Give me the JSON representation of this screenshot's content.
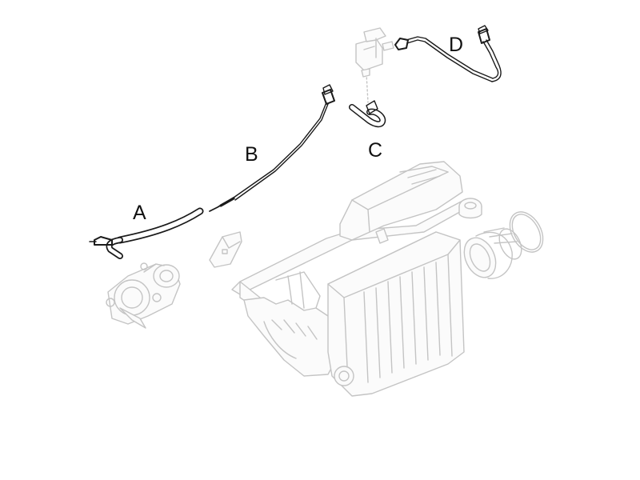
{
  "diagram": {
    "callouts": {
      "a": "A",
      "b": "B",
      "c": "C",
      "d": "D"
    },
    "colors": {
      "highlight": "#1a1a1a",
      "background_parts": "#c4c4c4",
      "background": "#ffffff"
    }
  }
}
